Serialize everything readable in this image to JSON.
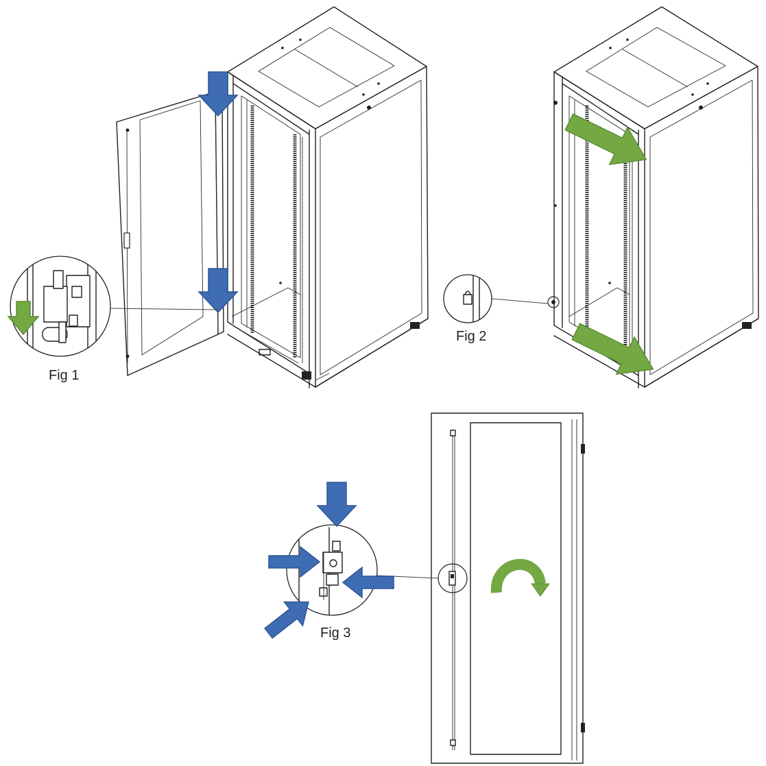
{
  "figures": [
    {
      "id": "fig1",
      "label": "Fig 1"
    },
    {
      "id": "fig2",
      "label": "Fig 2"
    },
    {
      "id": "fig3",
      "label": "Fig 3"
    }
  ],
  "colors": {
    "blue_arrow": "#3f6db3",
    "green_arrow": "#74a843",
    "line": "#1f1f1f"
  }
}
